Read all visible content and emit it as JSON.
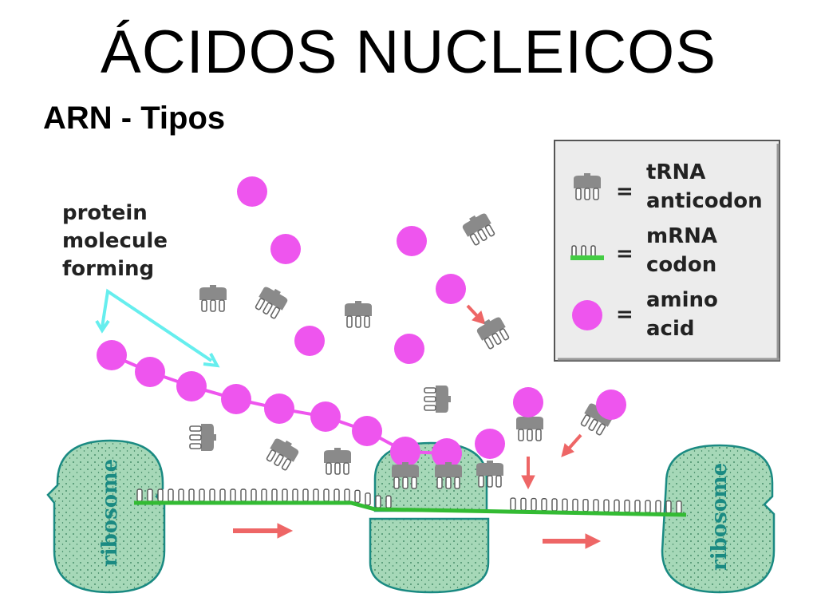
{
  "title": "ÁCIDOS NUCLEICOS",
  "subtitle": "ARN - Tipos",
  "colors": {
    "amino_acid": "#ee55ee",
    "trna": "#888888",
    "mrna": "#44cc44",
    "ribosome": "#a6d8b8",
    "arrow_red": "#ee6666",
    "arrow_cyan": "#66eeee"
  },
  "diagram": {
    "annotation": "protein molecule forming",
    "annotation_lines": [
      "protein",
      "molecule",
      "forming"
    ],
    "ribosome_label": "ribosome"
  },
  "legend": {
    "items": [
      {
        "icon": "trna-icon",
        "symbol": "=",
        "lines": [
          "tRNA",
          "anticodon"
        ]
      },
      {
        "icon": "mrna-codon-icon",
        "symbol": "=",
        "lines": [
          "mRNA",
          "codon"
        ]
      },
      {
        "icon": "amino-acid-icon",
        "symbol": "=",
        "lines": [
          "amino",
          "acid"
        ]
      }
    ]
  }
}
